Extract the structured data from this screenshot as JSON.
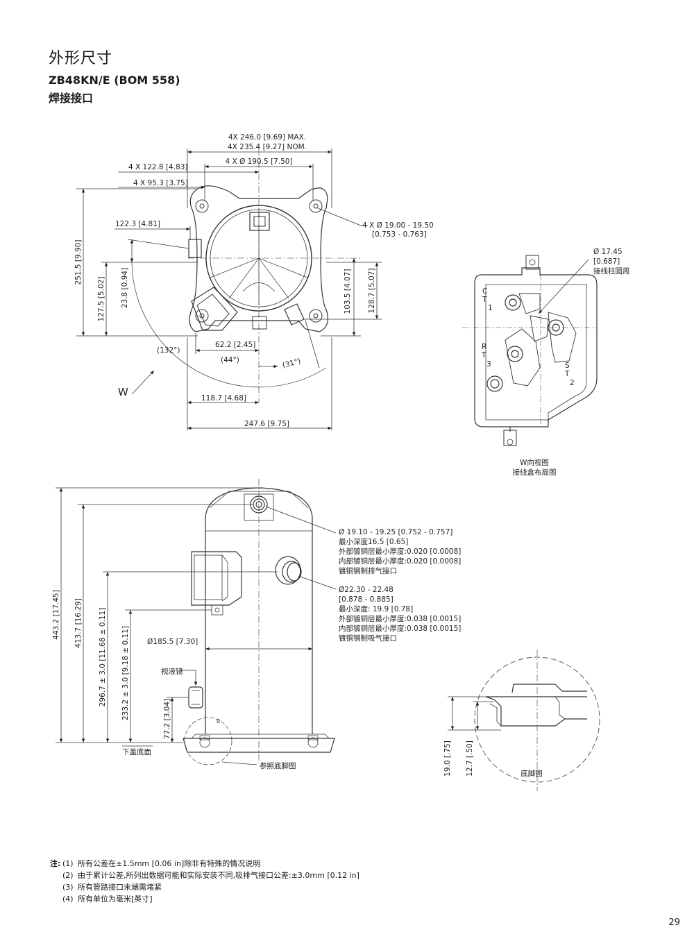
{
  "header": {
    "title": "外形尺寸",
    "model": "ZB48KN/E (BOM 558)",
    "subtitle": "焊接接口"
  },
  "top_view": {
    "dim_246": "4X 246.0 [9.69] MAX.",
    "dim_235": "4X 235.4 [9.27] NOM.",
    "dim_190": "4 X Ø 190.5 [7.50]",
    "dim_1228": "4 X 122.8 [4.83]",
    "dim_953": "4 X 95.3 [3.75]",
    "dim_1223": "122.3 [4.81]",
    "dim_hole": "4 X Ø 19.00 - 19.50",
    "dim_hole_in": "[0.753 - 0.763]",
    "dim_2515": "251.5 [9.90]",
    "dim_1275": "127.5 [5.02]",
    "dim_238": "23.8 [0.94]",
    "dim_1035": "103.5 [4.07]",
    "dim_1287": "128.7 [5.07]",
    "angle_132": "(132°)",
    "dim_622": "62.2 [2.45]",
    "angle_44": "(44°)",
    "angle_31": "(31°)",
    "dim_1187": "118.7 [4.68]",
    "dim_2476": "247.6 [9.75]",
    "view_w": "W"
  },
  "terminal_box": {
    "dim_line1": "Ø 17.45",
    "dim_line2": "[0.687]",
    "dim_line3": "接线柱圆周",
    "c": "C",
    "t1": "T",
    "n1": "1",
    "r": "R",
    "t3": "T",
    "n3": "3",
    "s": "S",
    "t2": "T",
    "n2": "2",
    "caption1": "W向视图",
    "caption2": "接线盒布局图"
  },
  "side_view": {
    "discharge": [
      "Ø 19.10 - 19.25 [0.752 - 0.757]",
      "最小深度16.5 [0.65]",
      "外部镀铜层最小厚度:0.020 [0.0008]",
      "内部镀铜层最小厚度:0.020 [0.0008]",
      "镀铜钢制排气接口"
    ],
    "suction": [
      "Ø22.30 - 22.48",
      "[0.878 - 0.885]",
      "最小深度: 19.9 [0.78]",
      "外部镀铜层最小厚度:0.038 [0.0015]",
      "内部镀铜层最小厚度:0.038 [0.0015]",
      "镀铜钢制吸气接口"
    ],
    "dim_4432": "443.2 [17.45]",
    "dim_4137": "413.7 [16.29]",
    "dim_2967": "296.7 ± 3.0 [11.68 ± 0.11]",
    "dim_2332": "233.2 ± 3.0 [9.18 ± 0.11]",
    "dim_772": "77.2 [3.04]",
    "dim_1855": "Ø185.5 [7.30]",
    "sight_glass": "视液镜",
    "bottom_ref": "下盖底面",
    "foot_ref": "参照底脚图"
  },
  "foot_view": {
    "dim_190": "19.0 [.75]",
    "dim_127": "12.7 [.50]",
    "caption": "底脚图"
  },
  "notes": {
    "label": "注:",
    "items": [
      {
        "num": "(1)",
        "text": "所有公差在±1.5mm [0.06 in]除非有特殊的情况说明"
      },
      {
        "num": "(2)",
        "text": "由于累计公差,所列出数据可能和实际安装不同,吸排气接口公差:±3.0mm [0.12 in]"
      },
      {
        "num": "(3)",
        "text": "所有管路接口末端需堵紧"
      },
      {
        "num": "(4)",
        "text": "所有单位为毫米[英寸]"
      }
    ]
  },
  "page": {
    "number": "29"
  }
}
